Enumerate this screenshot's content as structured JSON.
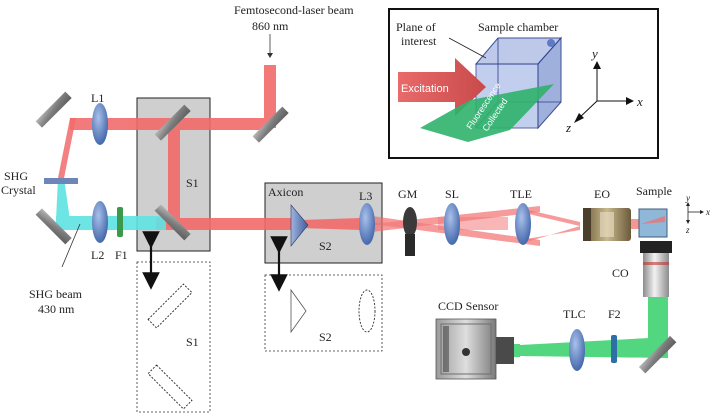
{
  "labels": {
    "laser_beam": "Femtosecond-laser beam",
    "laser_wavelength": "860 nm",
    "l1": "L1",
    "l2": "L2",
    "f1": "F1",
    "shg_crystal_line1": "SHG",
    "shg_crystal_line2": "Crystal",
    "shg_beam_line1": "SHG beam",
    "shg_beam_line2": "430 nm",
    "s1_stage": "S1",
    "s1_dashed": "S1",
    "axicon": "Axicon",
    "l3": "L3",
    "s2_stage": "S2",
    "s2_dashed": "S2",
    "gm": "GM",
    "sl": "SL",
    "tle": "TLE",
    "eo": "EO",
    "sample": "Sample",
    "co": "CO",
    "ccd_sensor": "CCD Sensor",
    "tlc": "TLC",
    "f2": "F2"
  },
  "inset": {
    "plane_of_interest_line1": "Plane of",
    "plane_of_interest_line2": "interest",
    "sample_chamber": "Sample chamber",
    "excitation": "Excitation",
    "fluorescence_line1": "Fluorescence",
    "fluorescence_line2": "Collected",
    "axis_x": "x",
    "axis_y": "y",
    "axis_z": "z"
  },
  "sample_axes": {
    "x": "x",
    "y": "y",
    "z": "z"
  },
  "colors": {
    "laser_red": "#f26b6b",
    "shg_cyan": "#5fe3e3",
    "fluorescence_green": "#35d06a",
    "stage_gray": "#cfcfcf",
    "lens_blue": "#5b7fc0",
    "mirror_gray": "#8a8a8a"
  }
}
